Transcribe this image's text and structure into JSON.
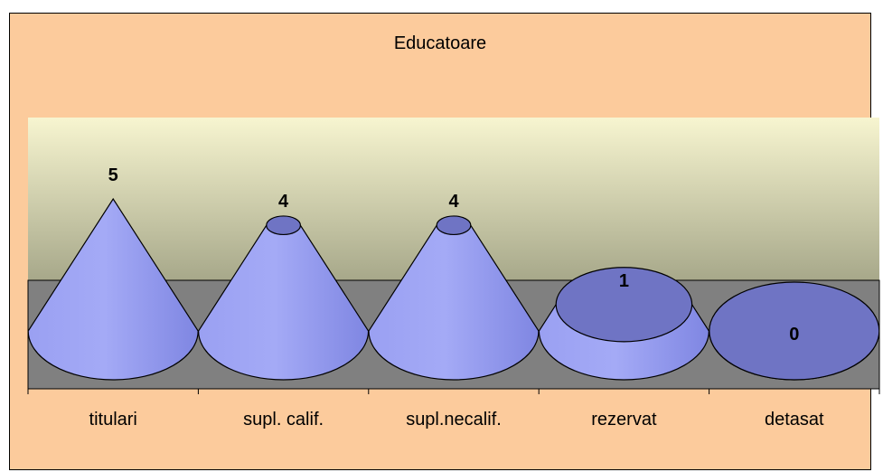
{
  "chart_data": {
    "type": "bar",
    "shape": "cone",
    "title": "Educatoare",
    "categories": [
      "titulari",
      "supl. calif.",
      "supl.necalif.",
      "rezervat",
      "detasat"
    ],
    "values": [
      5,
      4,
      4,
      1,
      0
    ],
    "data_labels": [
      "5",
      "4",
      "4",
      "1",
      "0"
    ],
    "ylim": [
      0,
      5
    ],
    "max_value": 5,
    "grid": false,
    "legend": "none",
    "colors": {
      "cone_fill": "#8c94ee",
      "cap_fill": "#6f74c4",
      "wall_top": "#f7f5d0",
      "wall_bottom": "#a7a88a",
      "floor": "#808080",
      "background": "#fccb9c"
    }
  }
}
